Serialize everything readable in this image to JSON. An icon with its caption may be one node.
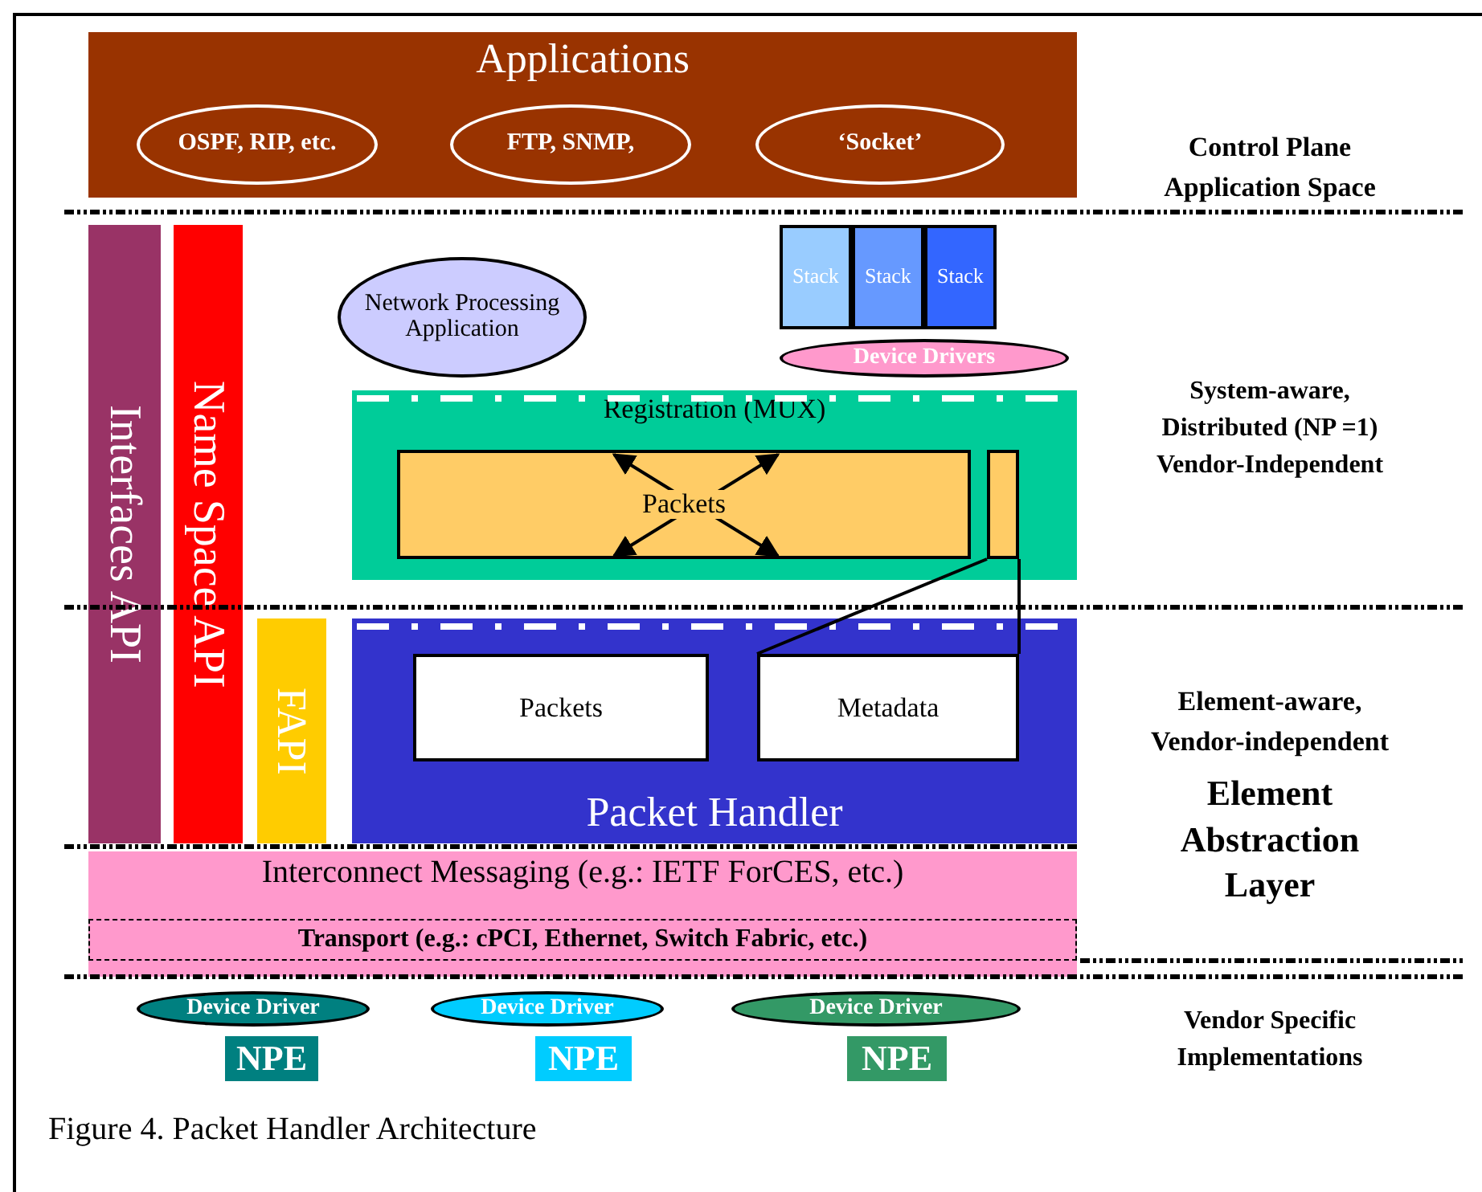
{
  "diagram": {
    "caption": "Figure 4. Packet Handler Architecture",
    "nodes": [
      {
        "text": [
          "Applications"
        ]
      },
      {
        "text": [
          "OSPF, RIP, etc."
        ],
        "in": 0
      },
      {
        "text": [
          "FTP, SNMP,"
        ],
        "in": 0
      },
      {
        "text": [
          "‘Socket’"
        ],
        "in": 0
      },
      {
        "text": [
          "Interfaces API"
        ]
      },
      {
        "text": [
          "Name Space API"
        ]
      },
      {
        "text": [
          "FAPI"
        ]
      },
      {
        "text": [
          "Network Processing Application"
        ]
      },
      {
        "text": [
          "Stack"
        ]
      },
      {
        "text": [
          "Stack"
        ]
      },
      {
        "text": [
          "Stack"
        ]
      },
      {
        "text": [
          "Device Drivers"
        ]
      },
      {
        "text": [
          "Registration (MUX)"
        ]
      },
      {
        "text": [
          "Packets"
        ],
        "in": 12
      },
      {
        "text": [],
        "shape": "box",
        "in": 12
      },
      {
        "text": [
          "Packet Handler"
        ]
      },
      {
        "text": [
          "Packets"
        ],
        "in": 15
      },
      {
        "text": [
          "Metadata"
        ],
        "in": 15
      },
      {
        "text": [
          "Interconnect Messaging (e.g.: IETF ForCES, etc.)"
        ]
      },
      {
        "text": [
          "Transport (e.g.: cPCI, Ethernet, Switch Fabric, etc.)"
        ],
        "in": 18
      },
      {
        "text": [
          "Device Driver"
        ]
      },
      {
        "text": [
          "Device Driver"
        ]
      },
      {
        "text": [
          "Device Driver"
        ]
      },
      {
        "text": [
          "NPE"
        ]
      },
      {
        "text": [
          "NPE"
        ]
      },
      {
        "text": [
          "NPE"
        ]
      }
    ],
    "edges": [
      {
        "from": 14,
        "to": 17,
        "arrow": "none"
      },
      {
        "from": 14,
        "to": 17,
        "arrow": "none"
      }
    ],
    "labels": [
      "Control Plane Application Space",
      "System-aware, Distributed (NP =1) Vendor-Independent",
      "Element-aware, Vendor-independent",
      "Element Abstraction Layer",
      "Vendor Specific Implementations"
    ]
  }
}
